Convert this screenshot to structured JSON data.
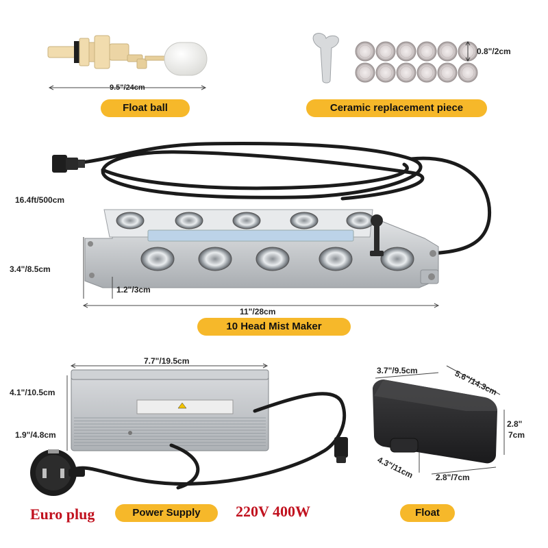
{
  "colors": {
    "label_pill": "#f6b82a",
    "accent_red": "#c1121f",
    "steel": "#c9cccf",
    "cable": "#1b1b1b",
    "float_ball": "#f4f4f2",
    "valve": "#f1dcae"
  },
  "labels": {
    "float_ball": "Float ball",
    "ceramic": "Ceramic replacement piece",
    "mist_maker": "10 Head Mist Maker",
    "power_supply": "Power Supply",
    "float": "Float",
    "euro_plug": "Euro plug",
    "rating": "220V 400W"
  },
  "dimensions": {
    "float_ball_length": "9.5\"/24cm",
    "ceramic_diameter": "0.8\"/2cm",
    "cable_length": "16.4ft/500cm",
    "mist_height": "3.4\"/8.5cm",
    "mist_base": "1.2\"/3cm",
    "mist_length": "11\"/28cm",
    "ps_length": "7.7\"/19.5cm",
    "ps_width": "4.1\"/10.5cm",
    "ps_height": "1.9\"/4.8cm",
    "float_top_w": "3.7\"/9.5cm",
    "float_top_d": "5.6\"/14.3cm",
    "float_height_in": "2.8\"",
    "float_height_cm": "7cm",
    "float_bottom_d": "4.3\"/11cm",
    "float_bottom_w": "2.8\"/7cm"
  },
  "icons": [
    "float-ball-valve-icon",
    "wrench-key-icon",
    "ceramic-disc-icon",
    "mist-maker-icon",
    "power-supply-icon",
    "euro-plug-icon",
    "float-box-icon"
  ]
}
